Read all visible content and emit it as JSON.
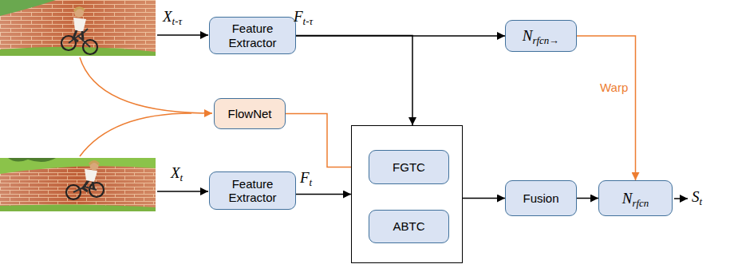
{
  "diagram": {
    "nodes": [
      {
        "text": [
          "Feature Extractor"
        ]
      },
      {
        "text": [
          "Nrfcn→"
        ]
      },
      {
        "text": [
          "FlowNet"
        ]
      },
      {
        "text": []
      },
      {
        "text": [
          "FGTC"
        ],
        "in": 3
      },
      {
        "text": [
          "ABTC"
        ],
        "in": 3
      },
      {
        "text": [
          "Feature Extractor"
        ]
      },
      {
        "text": [
          "Fusion"
        ]
      },
      {
        "text": [
          "Nrfcn"
        ]
      }
    ],
    "edges": [
      {
        "from": 0,
        "to": 1,
        "arrow": "to",
        "label": "Ft-τ"
      },
      {
        "from": 0,
        "to": 3,
        "arrow": "to"
      },
      {
        "from": 2,
        "to": 4,
        "arrow": "to"
      },
      {
        "from": 6,
        "to": 3,
        "arrow": "to",
        "label": "Ft"
      },
      {
        "from": 3,
        "to": 7,
        "arrow": "to"
      },
      {
        "from": 7,
        "to": 8,
        "arrow": "to"
      },
      {
        "from": 1,
        "to": 8,
        "arrow": "to",
        "label": "Warp"
      }
    ],
    "labels": [
      "Xt-τ",
      "Xt",
      "St"
    ]
  }
}
